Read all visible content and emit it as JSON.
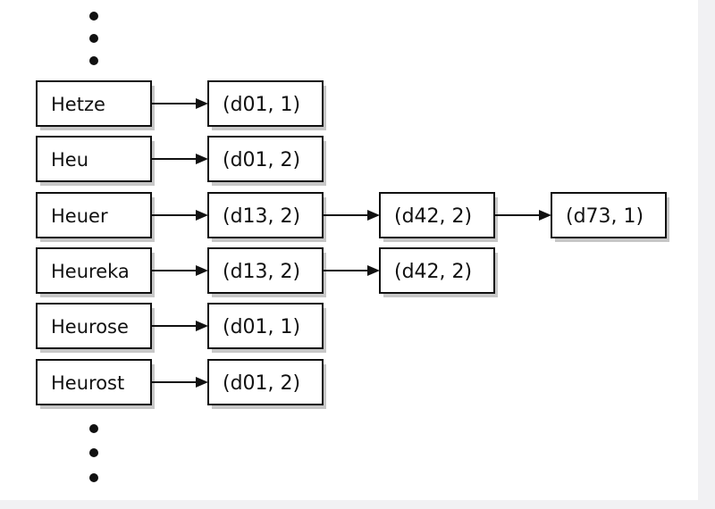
{
  "index": [
    {
      "term": "Hetze",
      "postings": [
        "(d01, 1)"
      ]
    },
    {
      "term": "Heu",
      "postings": [
        "(d01, 2)"
      ]
    },
    {
      "term": "Heuer",
      "postings": [
        "(d13, 2)",
        "(d42, 2)",
        "(d73, 1)"
      ]
    },
    {
      "term": "Heureka",
      "postings": [
        "(d13, 2)",
        "(d42, 2)"
      ]
    },
    {
      "term": "Heurose",
      "postings": [
        "(d01, 1)"
      ]
    },
    {
      "term": "Heurost",
      "postings": [
        "(d01, 2)"
      ]
    }
  ],
  "ellipsis_top": "⋮",
  "ellipsis_bottom": "⋮"
}
